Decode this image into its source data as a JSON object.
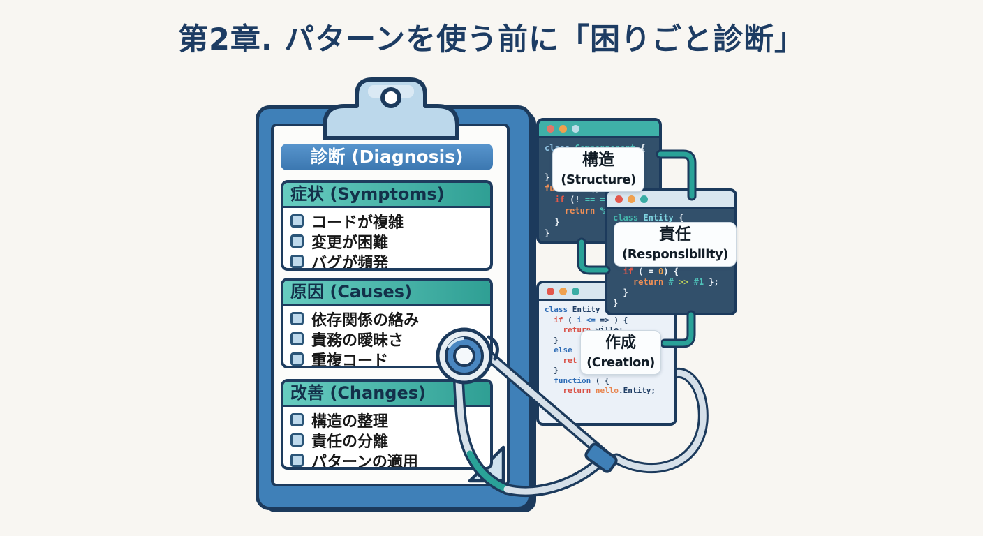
{
  "title": "第2章. パターンを使う前に「困りごと診断」",
  "clipboard": {
    "header": "診断 (Diagnosis)",
    "sections": [
      {
        "id": "symptoms",
        "header": "症状 (Symptoms)",
        "items": [
          "コードが複雑",
          "変更が困難",
          "バグが頻発"
        ]
      },
      {
        "id": "causes",
        "header": "原因 (Causes)",
        "items": [
          "依存関係の絡み",
          "責務の曖昧さ",
          "重複コード"
        ]
      },
      {
        "id": "changes",
        "header": "改善 (Changes)",
        "items": [
          "構造の整理",
          "責任の分離",
          "パターンの適用"
        ]
      }
    ]
  },
  "code_windows": [
    {
      "id": "structure",
      "theme": "dark",
      "label": {
        "ja": "構造",
        "en": "(Structure)"
      },
      "titlebar_color": "#3fb0a8",
      "dots": [
        "#e0776a",
        "#f0a14e",
        "#bcdde8"
      ],
      "lines": [
        {
          "tokens": [
            [
              "kwBlue",
              "class "
            ],
            [
              "type",
              "Componponent "
            ],
            [
              "plain",
              "{"
            ]
          ]
        },
        {
          "gap": 26
        },
        {
          "tokens": [
            [
              "plain",
              "}               "
            ],
            [
              "type",
              "o"
            ],
            [
              "plain",
              "};"
            ]
          ]
        },
        {
          "tokens": [
            [
              "orange",
              "function"
            ],
            [
              "plain",
              " () ·"
            ]
          ]
        },
        {
          "tokens": [
            [
              "red",
              "  if"
            ],
            [
              "plain",
              " (! "
            ],
            [
              "type",
              "== =="
            ]
          ]
        },
        {
          "tokens": [
            [
              "orange",
              "    return"
            ],
            [
              "type",
              " %"
            ]
          ]
        },
        {
          "tokens": [
            [
              "plain",
              "  }"
            ]
          ]
        },
        {
          "tokens": [
            [
              "plain",
              "}"
            ]
          ]
        }
      ]
    },
    {
      "id": "responsibility",
      "theme": "dark",
      "label": {
        "ja": "責任",
        "en": "(Responsibility)"
      },
      "titlebar_color": "#d9e6ef",
      "dots": [
        "#e2574c",
        "#f0a14e",
        "#3aaca4"
      ],
      "lines": [
        {
          "tokens": [
            [
              "tealKw",
              "class "
            ],
            [
              "cyan",
              "Entity "
            ],
            [
              "plain",
              "{"
            ]
          ]
        },
        {
          "gap": 62
        },
        {
          "tokens": [
            [
              "red",
              "  if"
            ],
            [
              "plain",
              " ( = "
            ],
            [
              "num",
              "0"
            ],
            [
              "plain",
              ") {"
            ]
          ]
        },
        {
          "tokens": [
            [
              "orange",
              "    return "
            ],
            [
              "type",
              "#"
            ],
            [
              "op",
              " >> "
            ],
            [
              "type",
              "#1"
            ],
            [
              "plain",
              " };"
            ]
          ]
        },
        {
          "tokens": [
            [
              "plain",
              "  }"
            ]
          ]
        },
        {
          "tokens": [
            [
              "plain",
              "}"
            ]
          ]
        }
      ]
    },
    {
      "id": "creation",
      "theme": "light",
      "label": {
        "ja": "作成",
        "en": "(Creation)"
      },
      "titlebar_color": "#d9e6ef",
      "dots": [
        "#e2574c",
        "#f0a14e",
        "#3aaca4"
      ],
      "lines": [
        {
          "tokens": [
            [
              "kw",
              "class "
            ],
            [
              "darkbold",
              "Entity"
            ]
          ]
        },
        {
          "tokens": [
            [
              "lred",
              "  if"
            ],
            [
              "lplain",
              " ( "
            ],
            [
              "kw",
              "i"
            ],
            [
              "lplain",
              " "
            ],
            [
              "kw",
              "<="
            ],
            [
              "lplain",
              " "
            ],
            [
              "darkbold",
              "=>"
            ],
            [
              "lplain",
              " ) {"
            ]
          ]
        },
        {
          "tokens": [
            [
              "lred",
              "    return"
            ],
            [
              "lplain",
              " wille;"
            ]
          ]
        },
        {
          "tokens": [
            [
              "lplain",
              "  }"
            ]
          ]
        },
        {
          "tokens": [
            [
              "kw",
              "  else"
            ]
          ]
        },
        {
          "tokens": [
            [
              "lred",
              "    ret"
            ]
          ]
        },
        {
          "tokens": [
            [
              "lplain",
              "  }"
            ]
          ]
        },
        {
          "tokens": [
            [
              "kw",
              "  function"
            ],
            [
              "lplain",
              " ( {"
            ]
          ]
        },
        {
          "tokens": [
            [
              "lred",
              "    return "
            ],
            [
              "lorange",
              "nello"
            ],
            [
              "darkbold",
              ".Entity;"
            ]
          ]
        },
        {
          "gap": 8
        },
        {
          "tokens": [
            [
              "lplain",
              "}"
            ]
          ]
        }
      ]
    }
  ],
  "colors": {
    "title_text": "#1d3c63",
    "background": "#f8f6f2",
    "outline": "#1c3a5c",
    "clipboard_frame": "#3f80b8",
    "paper": "#fcfcfa",
    "diagnosis_bar_blue": "#4a89c4",
    "section_header_teal": "#3fb3a6",
    "checkbox_fill": "#bed9ec",
    "window_dark_body": "#32506b",
    "window_light_body": "#ebf1f8",
    "pipe_teal": "#2aa298",
    "tube_silver": "#d6e0e9",
    "stethoscope_blue": "#4a87c1",
    "clip_light_blue": "#bcd8eb"
  }
}
